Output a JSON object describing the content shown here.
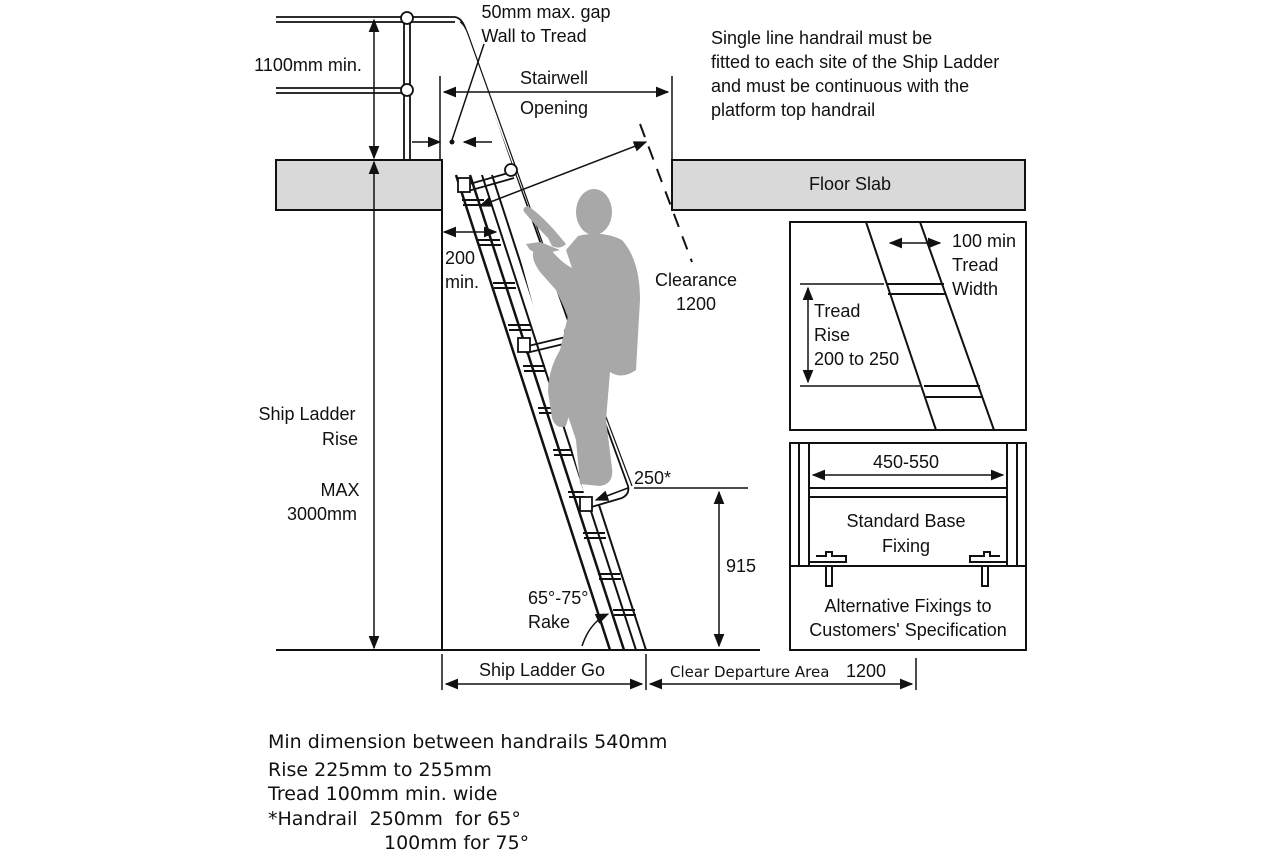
{
  "labels": {
    "gap_line1": "50mm max. gap",
    "gap_line2": "Wall to Tread",
    "single_line_1": "Single line handrail must be",
    "single_line_2": "fitted to each site of the Ship Ladder",
    "single_line_3": "and must be continuous with the",
    "single_line_4": "platform top handrail",
    "handrail_height": "1100mm min.",
    "stairwell_1": "Stairwell",
    "stairwell_2": "Opening",
    "floor_slab": "Floor Slab",
    "min200_1": "200",
    "min200_2": "min.",
    "clearance_1": "Clearance",
    "clearance_2": "1200",
    "tread_width_1": "100 min",
    "tread_width_2": "Tread",
    "tread_width_3": "Width",
    "tread_rise_1": "Tread",
    "tread_rise_2": "Rise",
    "tread_rise_3": "200 to 250",
    "rise_1": "Ship Ladder",
    "rise_2": "Rise",
    "rise_max_1": "MAX",
    "rise_max_2": "3000mm",
    "handrail_offset": "250*",
    "base_width": "450-550",
    "standard_base_1": "Standard Base",
    "standard_base_2": "Fixing",
    "h915": "915",
    "rake_1": "65°-75°",
    "rake_2": "Rake",
    "alt_fix_1": "Alternative Fixings to",
    "alt_fix_2": "Customers' Specification",
    "ladder_go": "Ship Ladder Go",
    "clear_departure": "Clear Departure Area",
    "clear_departure_value": "1200"
  },
  "notes": [
    "Min dimension between handrails 540mm",
    "Rise 225mm to 255mm",
    "Tread 100mm min. wide",
    "*Handrail  250mm  for 65°",
    "100mm for 75°"
  ]
}
